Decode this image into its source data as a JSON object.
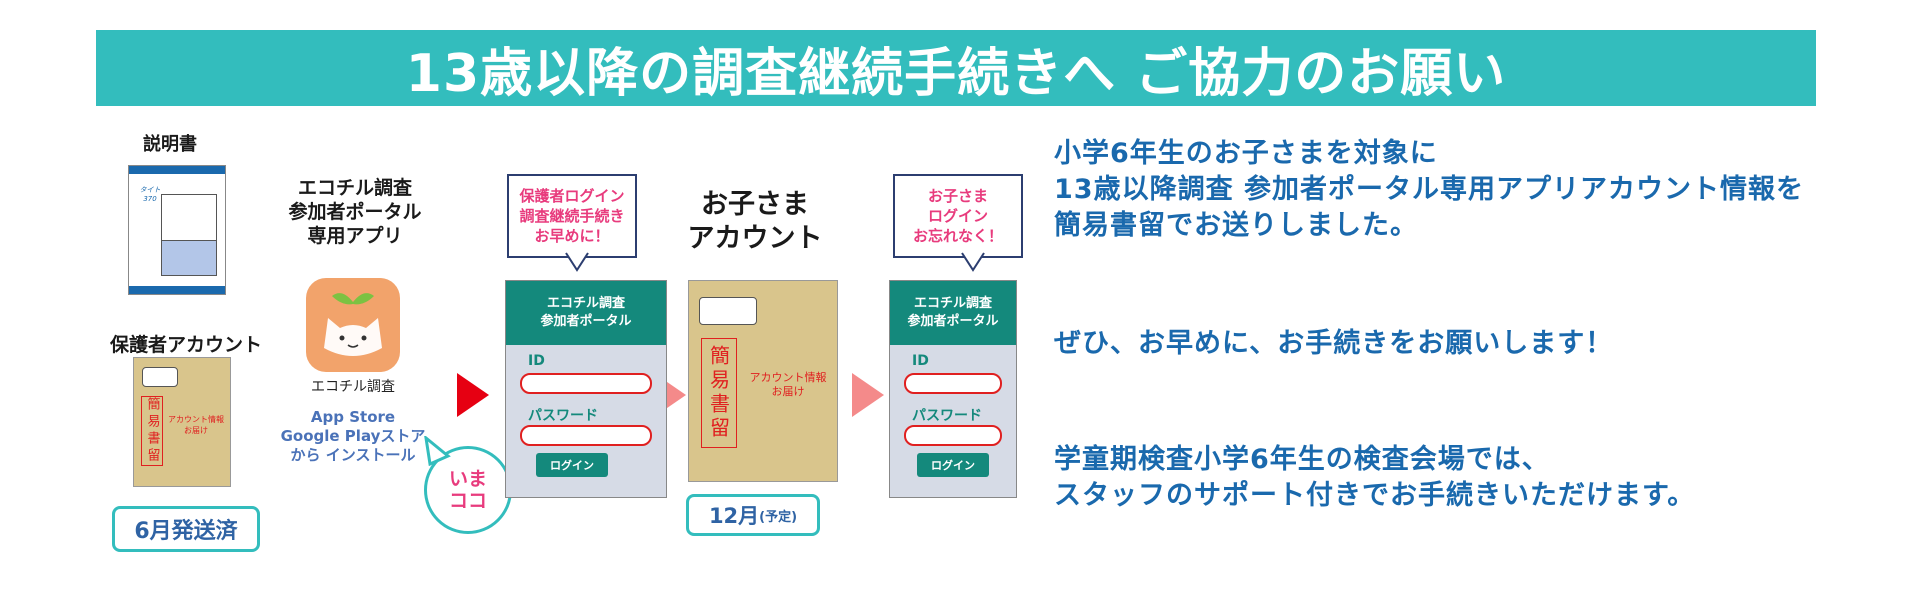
{
  "banner": {
    "title": "13歳以降の調査継続手続きへ ご協力のお願い"
  },
  "manual": {
    "label": "説明書",
    "doc_text": "タイト\n370"
  },
  "guardian": {
    "label": "保護者アカウント",
    "stamp": "簡易書留",
    "envelope_text": "アカウント情報\nお届け",
    "badge": "6月発送済"
  },
  "app": {
    "label": "エコチル調査\n参加者ポータル\n専用アプリ",
    "icon_caption": "エコチル調査",
    "install_text": "App Store\nGoogle Playストア\nから インストール",
    "now_bubble": "いま\nココ"
  },
  "login_screen_1": {
    "bubble": "保護者ログイン\n調査継続手続き\nお早めに！",
    "header": "エコチル調査\n参加者ポータル",
    "id_label": "ID",
    "password_label": "パスワード",
    "login_button": "ログイン"
  },
  "child": {
    "label": "お子さま\nアカウント",
    "stamp": "簡易書留",
    "envelope_text": "アカウント情報\nお届け",
    "badge_month": "12月",
    "badge_note": "(予定)"
  },
  "login_screen_2": {
    "bubble": "お子さま\nログイン\nお忘れなく！",
    "header": "エコチル調査\n参加者ポータル",
    "id_label": "ID",
    "password_label": "パスワード",
    "login_button": "ログイン"
  },
  "info": {
    "para1": "小学6年生のお子さまを対象に\n13歳以降調査 参加者ポータル専用アプリアカウント情報を\n簡易書留でお送りしました。",
    "para2": "ぜひ、お早めに、お手続きをお願いします！",
    "para3": "学童期検査小学6年生の検査会場では、\nスタッフのサポート付きでお手続きいただけます。"
  },
  "colors": {
    "teal": "#33bdbd",
    "dark_teal": "#14897c",
    "red": "#e02020",
    "pink": "#e83b7d",
    "blue": "#1a69ad"
  }
}
